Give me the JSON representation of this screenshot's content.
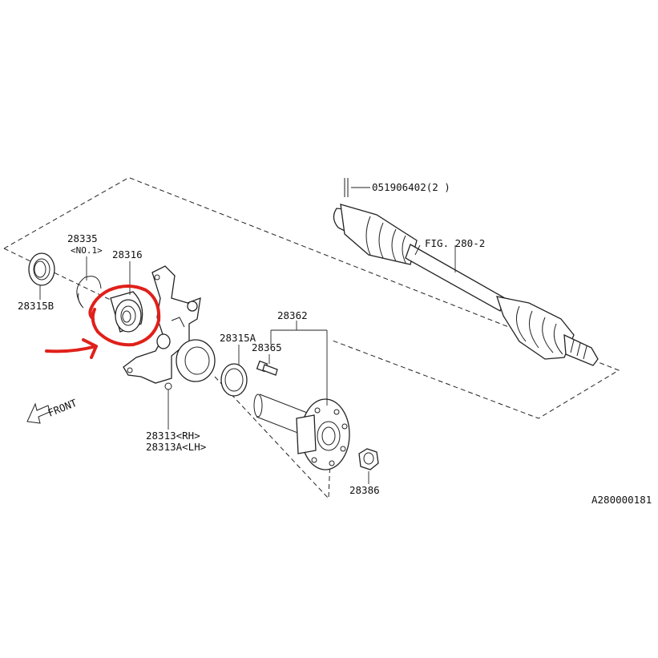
{
  "labels": {
    "bolt_top": "051906402(2 )",
    "fig_ref": "FIG. 280-2",
    "p28335": "28335",
    "p28335_sub": "<NO.1>",
    "p28316": "28316",
    "p28315b": "28315B",
    "p28362": "28362",
    "p28315a": "28315A",
    "p28365": "28365",
    "front": "FRONT",
    "p28313": "28313<RH>",
    "p28313a": "28313A<LH>",
    "p28386": "28386",
    "diagram_id": "A280000181"
  },
  "annotation": {
    "color": "#e0201a",
    "type": "hand-drawn circle and arrow highlighting part 28316"
  }
}
